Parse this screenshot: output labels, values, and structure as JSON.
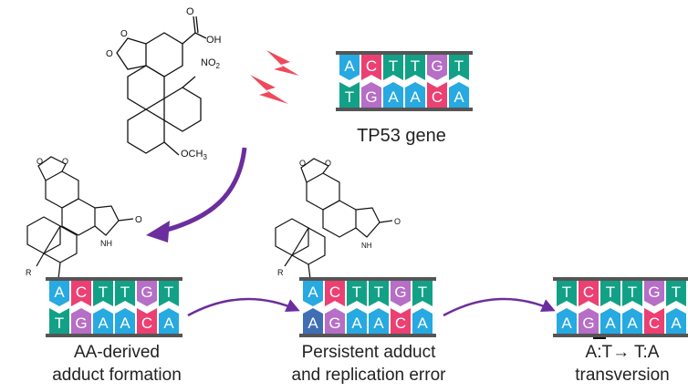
{
  "colors": {
    "A": "#27a9e1",
    "C": "#ec3f72",
    "G": "#b66ec6",
    "T": "#12a186",
    "G_highlight": "#3f6eb5",
    "rail": "#555555",
    "arrow": "#6b2e9e",
    "lightning": "#ee4a5b"
  },
  "lightning_icon": "lightning-bolt-icon",
  "molecule_top": {
    "acid_label": "OH",
    "acid_carbonyl": "O",
    "nitro_label": "NO",
    "nitro_sub": "2",
    "methoxy_label": "OCH",
    "methoxy_sub": "3",
    "ring_o1": "O",
    "ring_o2": "O"
  },
  "gene_panel": {
    "label": "TP53 gene",
    "strands": [
      {
        "top": [
          "A",
          "C",
          "T",
          "T",
          "G",
          "T"
        ],
        "bottom": [
          "T",
          "G",
          "A",
          "A",
          "C",
          "A"
        ]
      }
    ]
  },
  "adduct_molecule": {
    "nh_label": "NH",
    "carbonyl_o": "O",
    "r_label": "R",
    "ring_o1": "O",
    "ring_o2": "O"
  },
  "steps": [
    {
      "caption_line1": "AA-derived",
      "caption_line2": "adduct formation",
      "top": [
        "A",
        "C",
        "T",
        "T",
        "G",
        "T"
      ],
      "bottom": [
        "T",
        "G",
        "A",
        "A",
        "C",
        "A"
      ]
    },
    {
      "caption_line1": "Persistent adduct",
      "caption_line2": "and replication error",
      "top": [
        "A",
        "C",
        "T",
        "T",
        "G",
        "T"
      ],
      "bottom": [
        "A",
        "G",
        "A",
        "A",
        "C",
        "A"
      ]
    },
    {
      "caption_line1": "A:T→ T:A",
      "caption_line2": "transversion",
      "top": [
        "T",
        "C",
        "T",
        "T",
        "G",
        "T"
      ],
      "bottom": [
        "A",
        "G",
        "A",
        "A",
        "C",
        "A"
      ]
    }
  ]
}
